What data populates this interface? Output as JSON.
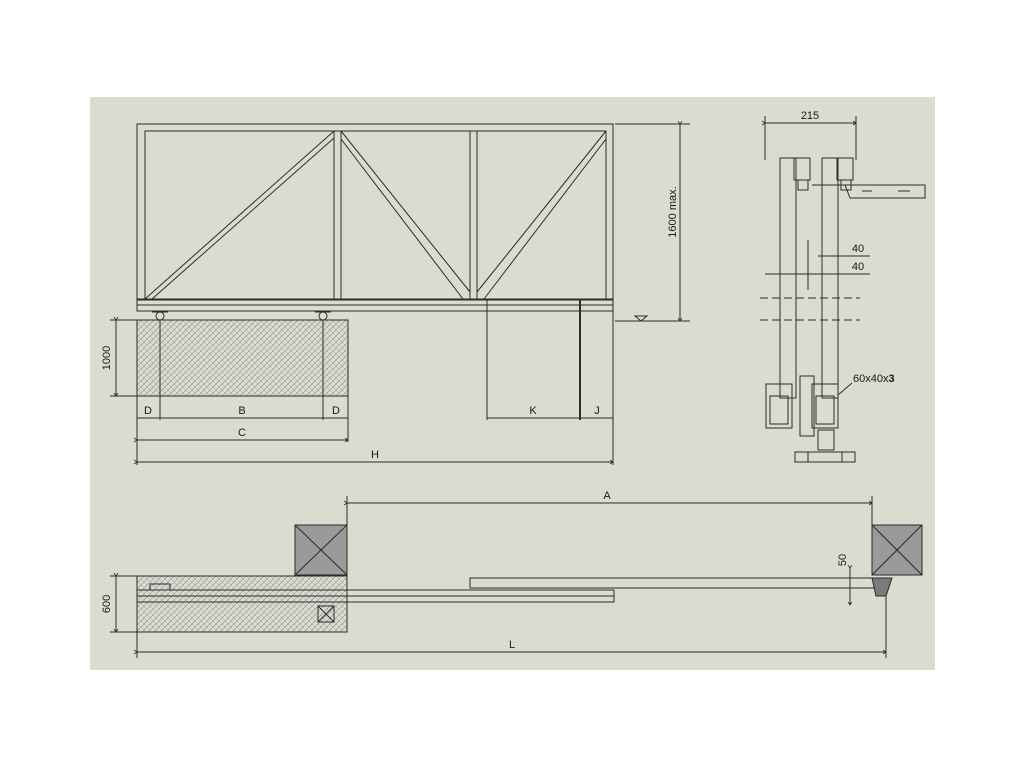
{
  "colors": {
    "background": "#d9dccf",
    "line": "#2b2b2b",
    "hatch": "#8a8a8a"
  },
  "front_view": {
    "height_label": "1600 max.",
    "foundation_height": "1000",
    "dim_D_left": "D",
    "dim_B": "B",
    "dim_D_right": "D",
    "dim_K": "K",
    "dim_J": "J",
    "dim_C": "C",
    "dim_H": "H"
  },
  "side_view": {
    "width_label": "215",
    "dim_40_top": "40",
    "dim_40_bottom": "40",
    "profile_label_main": "60x40x",
    "profile_label_bold": "3"
  },
  "plan_view": {
    "dim_A": "A",
    "dim_50": "50",
    "dim_600": "600",
    "dim_L": "L"
  }
}
